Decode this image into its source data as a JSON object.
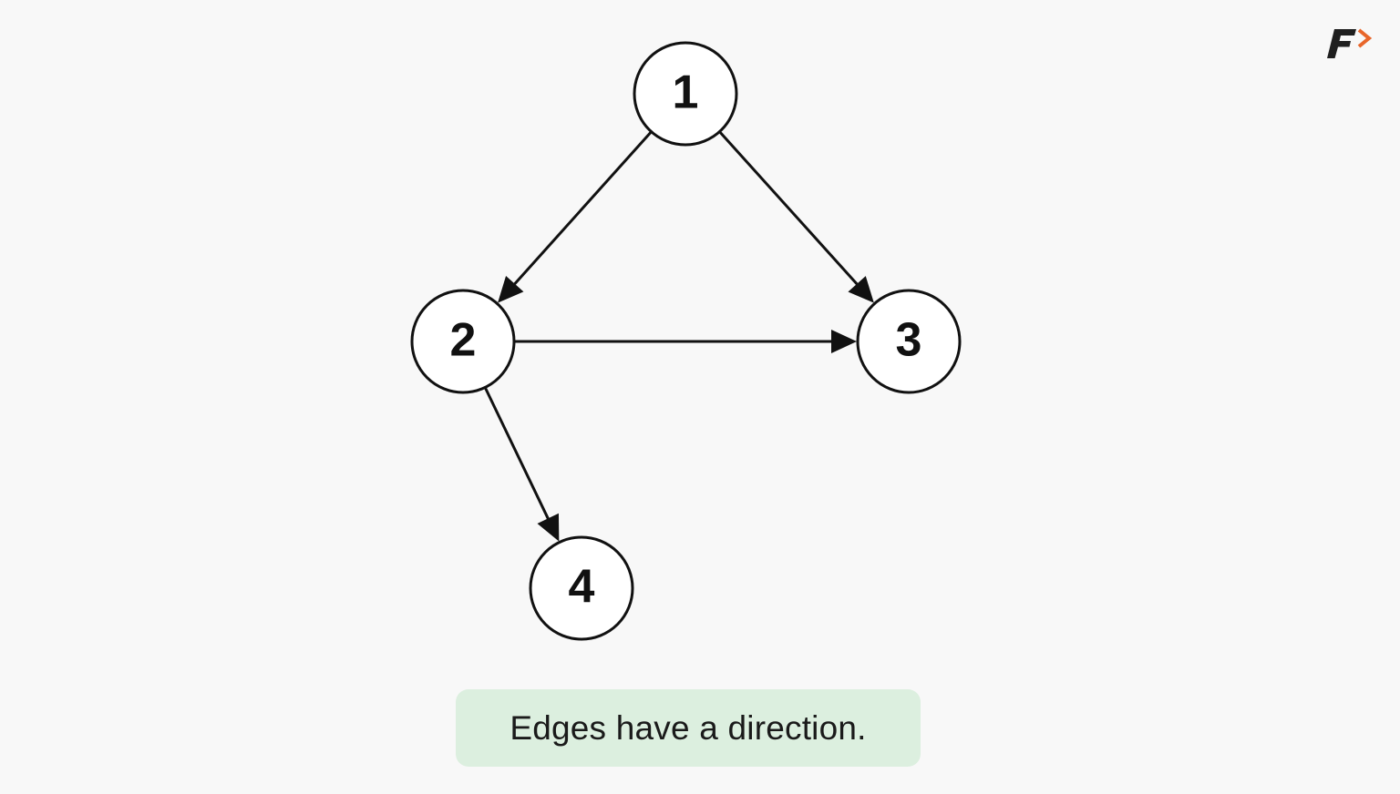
{
  "graph": {
    "nodes": [
      {
        "id": "1",
        "label": "1"
      },
      {
        "id": "2",
        "label": "2"
      },
      {
        "id": "3",
        "label": "3"
      },
      {
        "id": "4",
        "label": "4"
      }
    ],
    "edges": [
      {
        "from": "1",
        "to": "2"
      },
      {
        "from": "1",
        "to": "3"
      },
      {
        "from": "2",
        "to": "3"
      },
      {
        "from": "2",
        "to": "4"
      }
    ],
    "directed": true
  },
  "caption": {
    "text": "Edges have a direction."
  },
  "colors": {
    "background": "#f8f8f8",
    "node_fill": "#ffffff",
    "stroke": "#111111",
    "caption_bg": "#dcefdf",
    "logo_dark": "#1f1f1f",
    "logo_accent": "#e8662a"
  },
  "logo": {
    "icon": "brand-logo-icon"
  }
}
